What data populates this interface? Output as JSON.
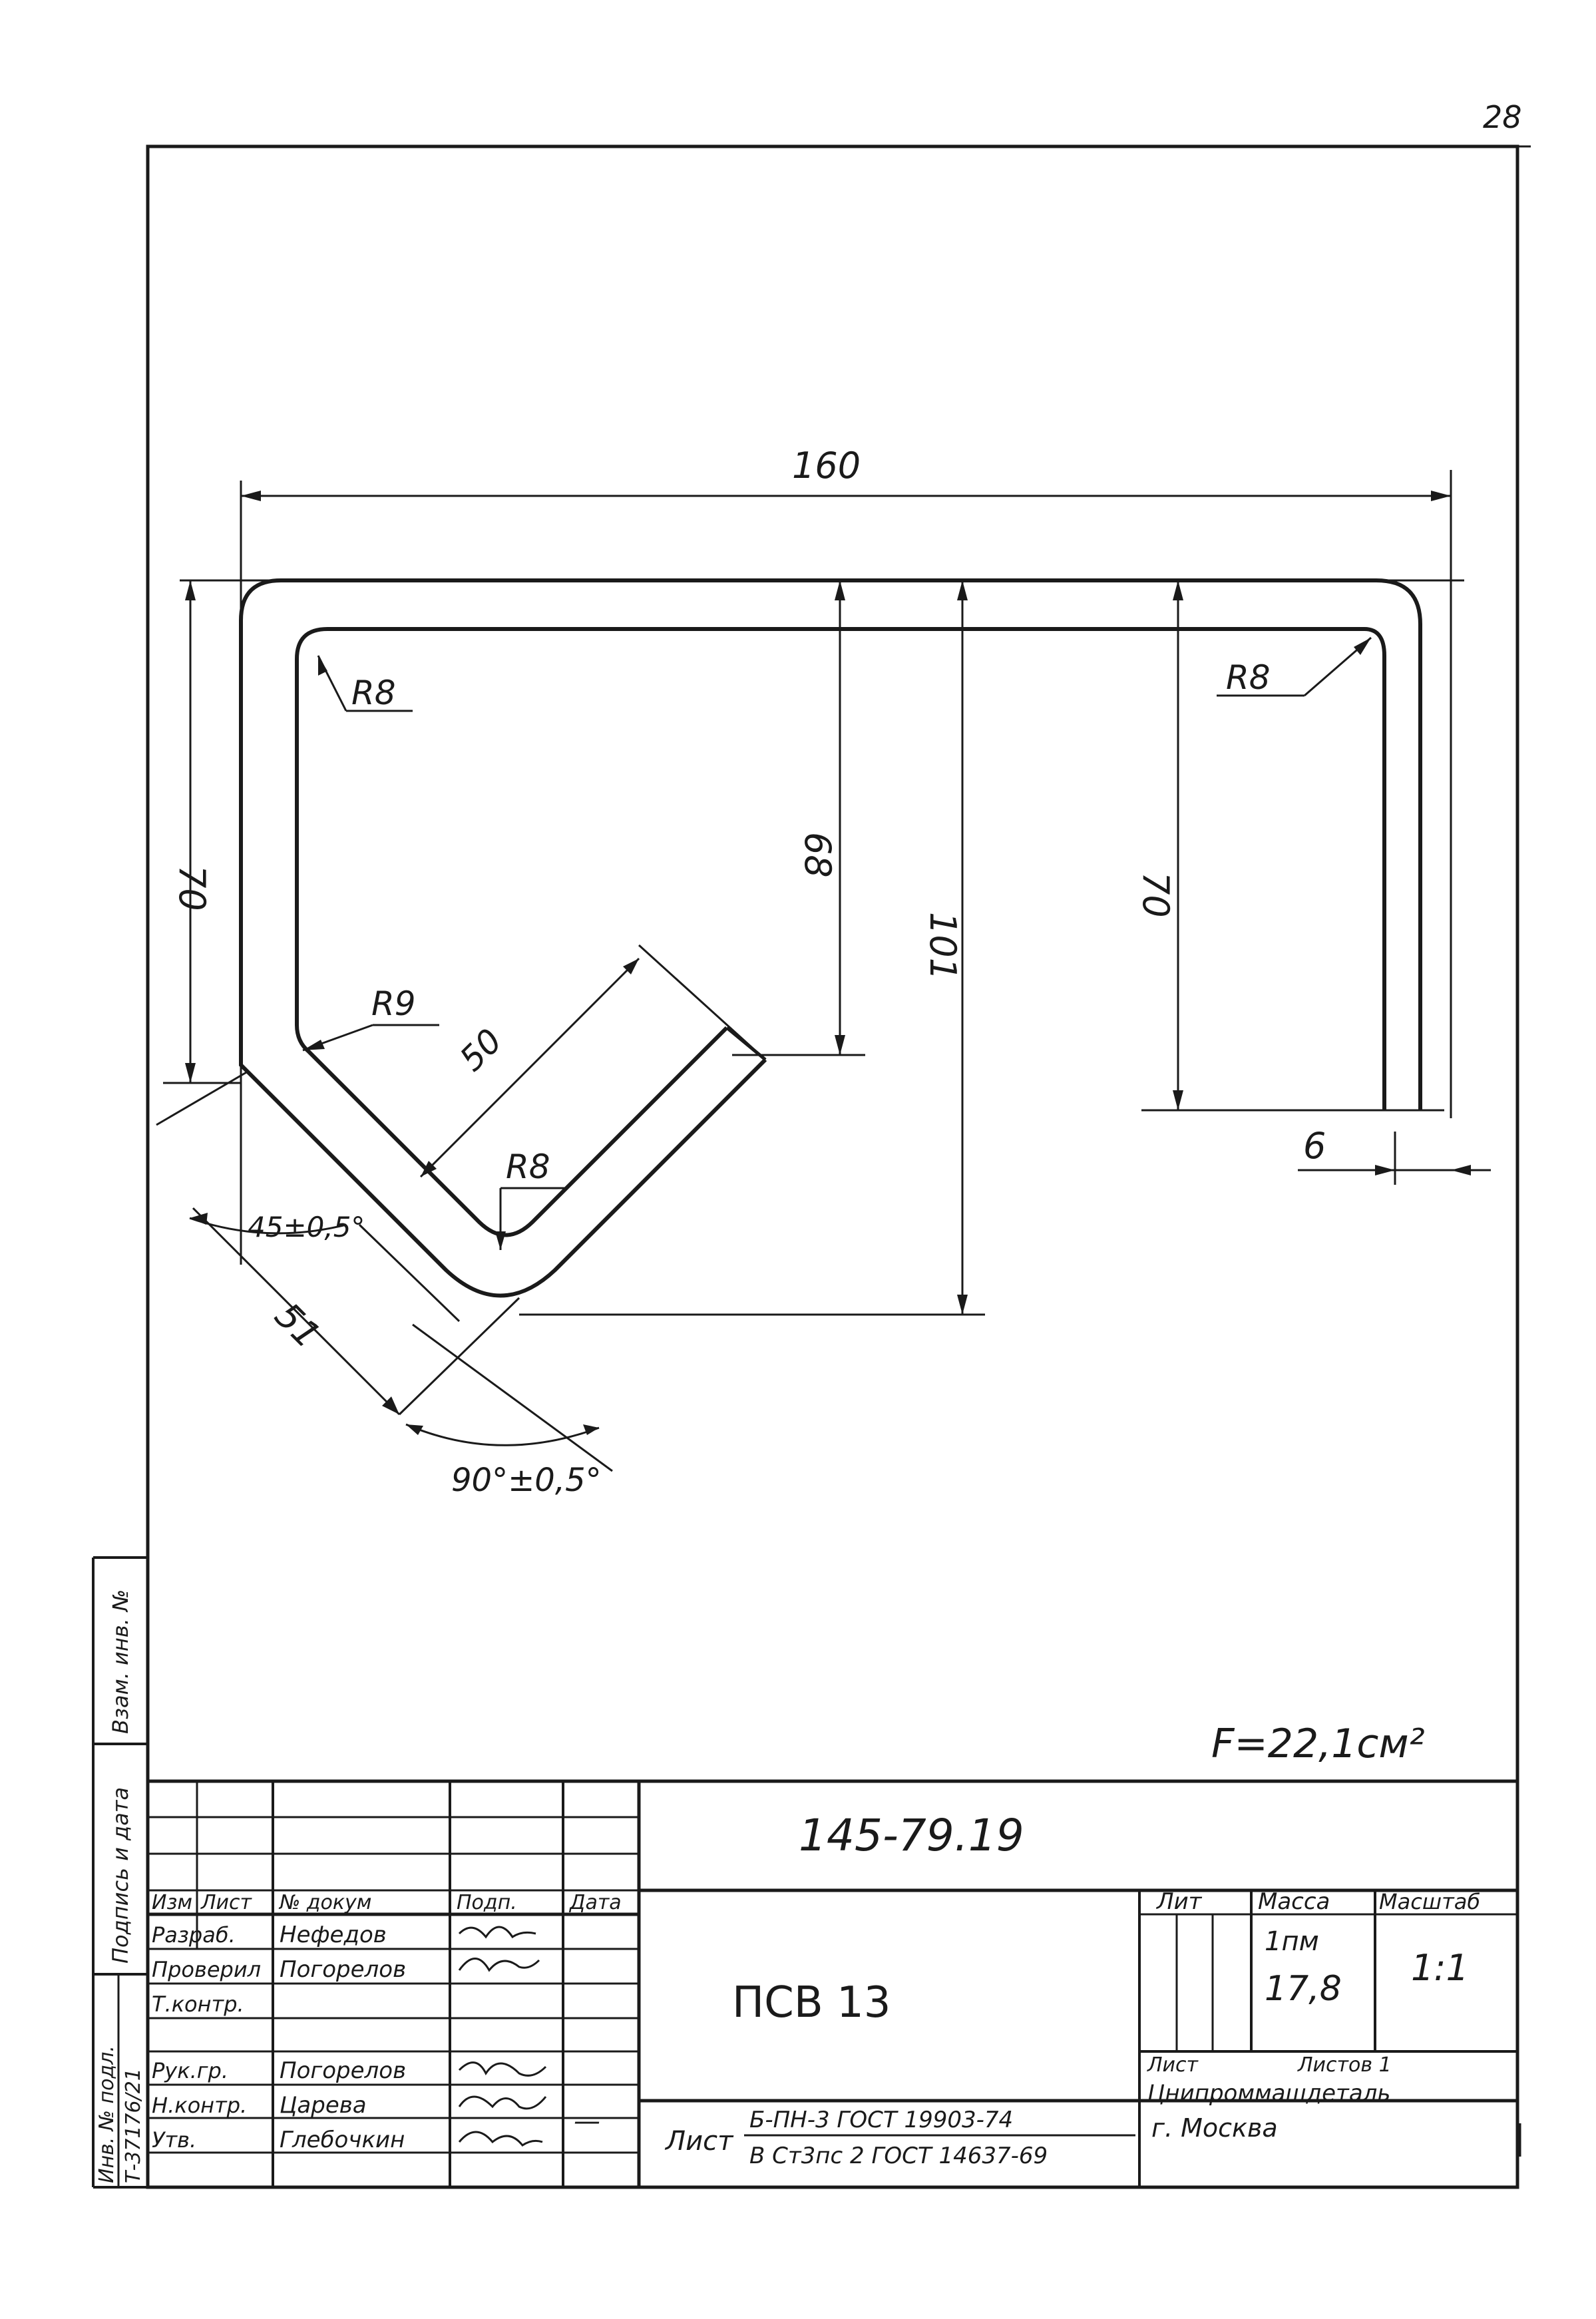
{
  "sheet_number": "28",
  "drawing": {
    "overall_width": "160",
    "left_height": "70",
    "right_height": "70",
    "depth_68": "68",
    "depth_101": "101",
    "diagonal_len": "50",
    "diagonal_offset": "51",
    "thickness": "6",
    "radius_top_left": "R8",
    "radius_top_right": "R8",
    "radius_bend": "R9",
    "radius_bottom": "R8",
    "angle_45": "45±0,5°",
    "angle_90": "90°±0,5°",
    "area": "F=22,1см²"
  },
  "title_block": {
    "doc_code": "145-79.19",
    "part_name": "ПСВ 13",
    "header_row": [
      "Изм",
      "Лист",
      "№ докум",
      "Подп.",
      "Дата"
    ],
    "roles": [
      {
        "role": "Разраб.",
        "name": "Нефедов"
      },
      {
        "role": "Проверил",
        "name": "Погорелов"
      },
      {
        "role": "Т.контр.",
        "name": ""
      },
      {
        "role": "Рук.гр.",
        "name": "Погорелов"
      },
      {
        "role": "Н.контр.",
        "name": "Царева"
      },
      {
        "role": "Утв.",
        "name": "Глебочкин"
      }
    ],
    "lit_label": "Лит",
    "mass_label": "Масса",
    "scale_label": "Масштаб",
    "mass_unit": "1пм",
    "mass_value": "17,8",
    "scale_value": "1:1",
    "sheet_label": "Лист",
    "sheets_label": "Листов 1",
    "material_label": "Лист",
    "material_top": "Б-ПН-3 ГОСТ 19903-74",
    "material_bottom": "В Ст3пс 2 ГОСТ 14637-69",
    "organization_line1": "Цнипроммашдеталь",
    "organization_line2": "г. Москва",
    "dash": "—"
  },
  "side_stamp": {
    "inv_orig": "Инв. № подл.",
    "inv_number": "Т-37176/21",
    "sign_date": "Подпись и дата",
    "replace_inv": "Взам. инв. №"
  }
}
